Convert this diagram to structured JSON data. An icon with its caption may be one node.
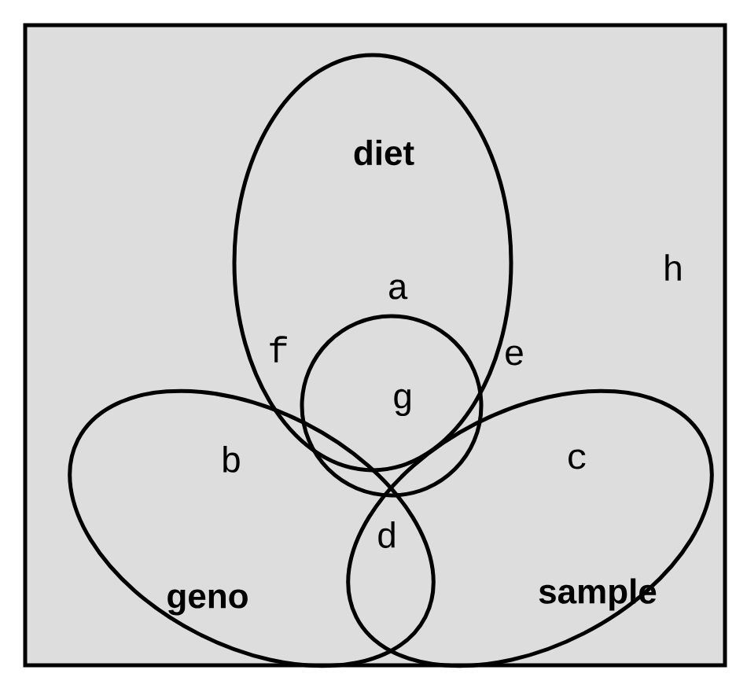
{
  "diagram": {
    "nodes": [
      {
        "text": [
          "diet"
        ]
      },
      {
        "text": [
          "geno"
        ]
      },
      {
        "text": [
          "sample"
        ]
      },
      {
        "text": [
          "g"
        ]
      }
    ],
    "labels": [
      "h",
      "a",
      "f",
      "e",
      "b",
      "c",
      "d"
    ]
  }
}
